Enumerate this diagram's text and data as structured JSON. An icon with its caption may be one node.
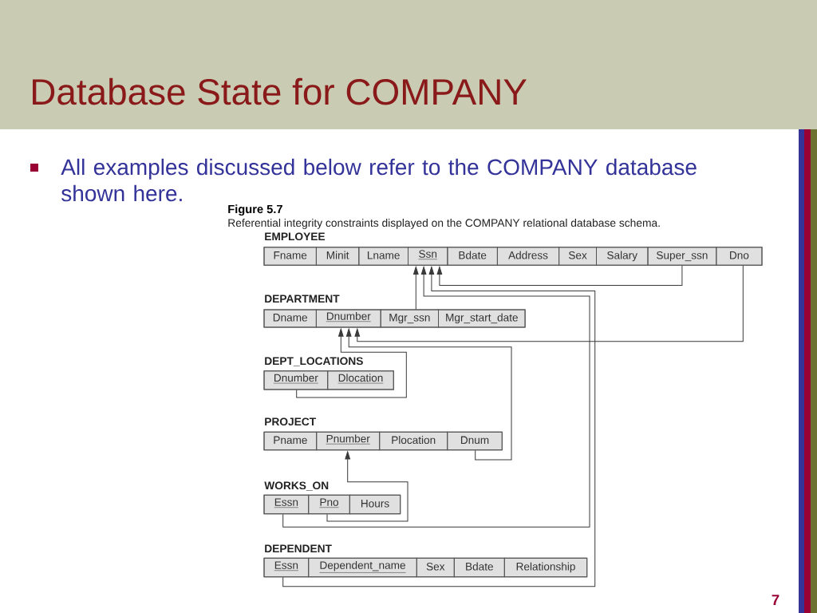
{
  "diagram": {
    "title": "Database State for COMPANY",
    "caption": "Referential integrity constraints displayed on the COMPANY relational database schema.",
    "nodes": [
      {
        "text": [
          "EMPLOYEE"
        ]
      },
      {
        "text": [
          "Fname"
        ],
        "in": 0
      },
      {
        "text": [
          "Minit"
        ],
        "in": 0
      },
      {
        "text": [
          "Lname"
        ],
        "in": 0
      },
      {
        "text": [
          "Ssn"
        ],
        "in": 0
      },
      {
        "text": [
          "Bdate"
        ],
        "in": 0
      },
      {
        "text": [
          "Address"
        ],
        "in": 0
      },
      {
        "text": [
          "Sex"
        ],
        "in": 0
      },
      {
        "text": [
          "Salary"
        ],
        "in": 0
      },
      {
        "text": [
          "Super_ssn"
        ],
        "in": 0
      },
      {
        "text": [
          "Dno"
        ],
        "in": 0
      },
      {
        "text": [
          "DEPARTMENT"
        ]
      },
      {
        "text": [
          "Dname"
        ],
        "in": 11
      },
      {
        "text": [
          "Dnumber"
        ],
        "in": 11
      },
      {
        "text": [
          "Mgr_ssn"
        ],
        "in": 11
      },
      {
        "text": [
          "Mgr_start_date"
        ],
        "in": 11
      },
      {
        "text": [
          "DEPT_LOCATIONS"
        ]
      },
      {
        "text": [
          "Dnumber"
        ],
        "in": 16
      },
      {
        "text": [
          "Dlocation"
        ],
        "in": 16
      },
      {
        "text": [
          "PROJECT"
        ]
      },
      {
        "text": [
          "Pname"
        ],
        "in": 19
      },
      {
        "text": [
          "Pnumber"
        ],
        "in": 19
      },
      {
        "text": [
          "Plocation"
        ],
        "in": 19
      },
      {
        "text": [
          "Dnum"
        ],
        "in": 19
      },
      {
        "text": [
          "WORKS_ON"
        ]
      },
      {
        "text": [
          "Essn"
        ],
        "in": 24
      },
      {
        "text": [
          "Pno"
        ],
        "in": 24
      },
      {
        "text": [
          "Hours"
        ],
        "in": 24
      },
      {
        "text": [
          "DEPENDENT"
        ]
      },
      {
        "text": [
          "Essn"
        ],
        "in": 28
      },
      {
        "text": [
          "Dependent_name"
        ],
        "in": 28
      },
      {
        "text": [
          "Sex"
        ],
        "in": 28
      },
      {
        "text": [
          "Bdate"
        ],
        "in": 28
      },
      {
        "text": [
          "Relationship"
        ],
        "in": 28
      }
    ],
    "edges": [
      {
        "from": 14,
        "to": 4,
        "arrow": "to"
      },
      {
        "from": 25,
        "to": 4,
        "arrow": "to"
      },
      {
        "from": 29,
        "to": 4,
        "arrow": "to"
      },
      {
        "from": 9,
        "to": 4,
        "arrow": "to"
      },
      {
        "from": 10,
        "to": 13,
        "arrow": "to"
      },
      {
        "from": 17,
        "to": 13,
        "arrow": "to"
      },
      {
        "from": 23,
        "to": 13,
        "arrow": "to"
      },
      {
        "from": 26,
        "to": 21,
        "arrow": "to"
      }
    ],
    "labels": [
      "All examples discussed below refer to the COMPANY database shown here.",
      "Figure 5.7",
      "7"
    ]
  }
}
